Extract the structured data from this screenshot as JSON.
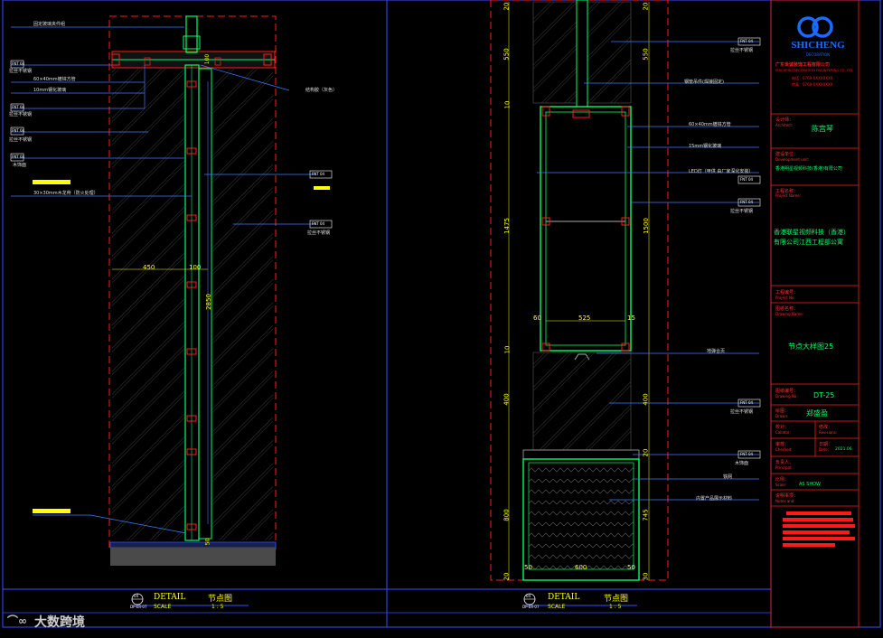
{
  "left_detail": {
    "labels": {
      "glass_clip": "固定玻璃夹件组",
      "stainless_1": "拉丝不锈钢",
      "steel_tube": "60×40mm镀锌方管",
      "glass_10mm": "10mm钢化玻璃",
      "stainless_2": "拉丝不锈钢",
      "stainless_3": "拉丝不锈钢",
      "wood": "木饰面",
      "fire_board": "30×30mm木龙骨（防火处理）",
      "sealant": "结构胶（灰色）",
      "stainless_right": "拉丝不锈钢"
    },
    "tags": [
      "FNT 04",
      "FNT 04",
      "FNT 04",
      "FNT 04",
      "FNT 04",
      "FNT 04"
    ],
    "dims": {
      "d450": "450",
      "d100_top": "100",
      "d100": "100",
      "d2850": "2850",
      "d50": "50"
    },
    "footer": {
      "num": "04",
      "ref": "DP-ER-07",
      "title": "DETAIL",
      "cn": "节点图",
      "scale_label": "SCALE",
      "scale": "1 : 5"
    }
  },
  "right_detail": {
    "labels": {
      "stainless_a": "拉丝不锈钢",
      "steel_plate": "钢管吊件(焊接固定)",
      "steel_tube": "60×40mm镀锌方管",
      "glass": "15mm钢化玻璃",
      "led": "LED灯（甲供 由厂家深化安装）",
      "stainless_b": "拉丝不锈钢",
      "hinge": "地弹合页",
      "stainless_c": "拉丝不锈钢",
      "wood": "木饰面",
      "mesh": "铁网",
      "product": "内置产品展示材料"
    },
    "tags": [
      "FNT 04",
      "FNT 04",
      "FNT 04",
      "FNT 04",
      "FNT 04"
    ],
    "dims": {
      "d20_top": "20",
      "d550": "550",
      "d10": "10",
      "d1475": "1475",
      "d10b": "10",
      "d400": "400",
      "d800": "800",
      "d20_bot": "20",
      "r20_top": "20",
      "r550": "550",
      "r1500": "1500",
      "r400": "400",
      "r20": "20",
      "r745": "745",
      "r30": "30",
      "w60": "60",
      "w525": "525",
      "w15": "15",
      "w50": "50",
      "w600": "600",
      "w50b": "50"
    },
    "footer": {
      "num": "04",
      "ref": "DP-ER-07",
      "title": "DETAIL",
      "cn": "节点图",
      "scale_label": "SCALE",
      "scale": "1 : 5"
    }
  },
  "title_block": {
    "logo_text": "SHICHENG",
    "logo_sub": "DECORATION",
    "company_lines": [
      "广东世诚装饰工程有限公司",
      "SHICHENG DECORATION ENGINEERING CO.,LTD",
      "电话：0769-XXXXXXXX",
      "传真：0769-XXXXXXXX"
    ],
    "architect_k": "设计师：",
    "architect_k_en": "Architect:",
    "architect_v": "陈宫琴",
    "dev_k": "建设单位：",
    "dev_k_en": "Development unit:",
    "dev_v": "香港明星视频科技(香港)有限公司",
    "project_k": "工程名称：",
    "project_k_en": "Project Name:",
    "project_v1": "香港联星视频科技（香港）",
    "project_v2": "有限公司江西工程部公寓",
    "projno_k": "工程编号：",
    "projno_k_en": "Project No:",
    "drawing_k": "图纸名称：",
    "drawing_k_en": "Drawing Name:",
    "drawing_v": "节点大样图25",
    "dwgno_k": "图纸编号：",
    "dwgno_k_en": "Drawing No:",
    "dwgno_v": "DT-25",
    "drawn_k": "绘图：",
    "drawn_k_en": "Drawn:",
    "drawn_v": "郑盛盈",
    "checked_k": "校对：",
    "checked_k_en": "Collator:",
    "rev_k": "修改：",
    "rev_k_en": "Revisions:",
    "review_k": "审核：",
    "review_k_en": "Checked:",
    "date_k": "日期：",
    "date_k_en": "Date:",
    "date_v": "2021.06",
    "principal_k": "负责人：",
    "principal_k_en": "Principal:",
    "scale_k": "比例：",
    "scale_k_en": "Scale:",
    "scale_v": "AS SHOW",
    "notes_k": "说明事项：",
    "notes_k_en": "Notes and:"
  },
  "watermark": "大数跨境",
  "colors": {
    "frame": "#3a4cff",
    "green": "#00ff66",
    "red": "#ff1a1a",
    "yellow": "#ffff00",
    "cyan": "#35e0ff",
    "blue": "#3f7bff"
  }
}
